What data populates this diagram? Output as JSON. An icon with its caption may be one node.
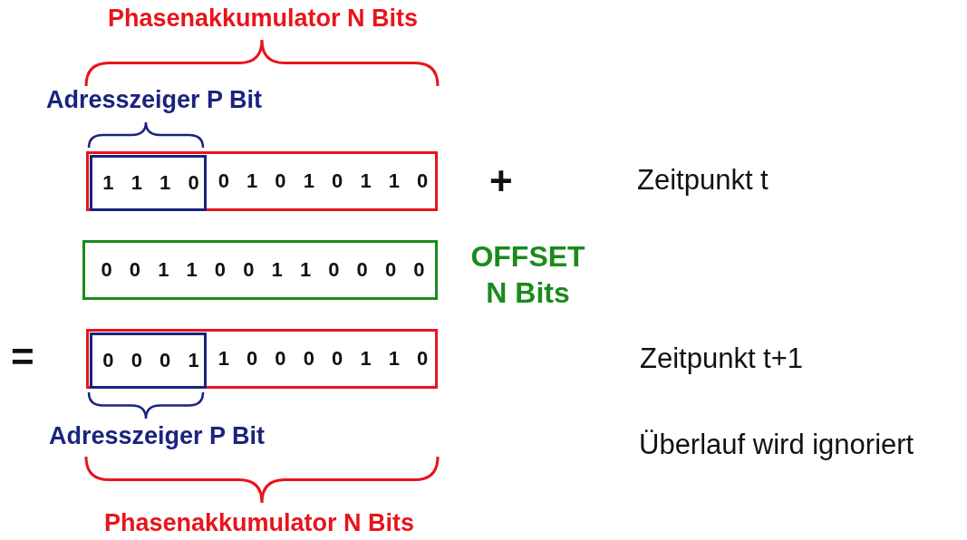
{
  "diagram": {
    "nodes": [
      {
        "text": [
          "0 1 0 1 0 1 1 0"
        ]
      },
      {
        "text": [
          "1 1 1 0"
        ],
        "in": 0
      },
      {
        "text": [
          "0 0 1 1 0 0 1 1 0 0 0 0"
        ],
        "beside": [
          "OFFSET N Bits"
        ]
      },
      {
        "text": [
          "1 0 0 0 0 1 1 0"
        ]
      },
      {
        "text": [
          "0 0 0 1"
        ],
        "in": 3
      }
    ],
    "labels": [
      "Phasenakkumulator N Bits",
      "Adresszeiger P Bit",
      "+",
      "Zeitpunkt t",
      "=",
      "Zeitpunkt t+1",
      "Adresszeiger P Bit",
      "Überlauf wird ignoriert",
      "Phasenakkumulator N Bits"
    ]
  }
}
